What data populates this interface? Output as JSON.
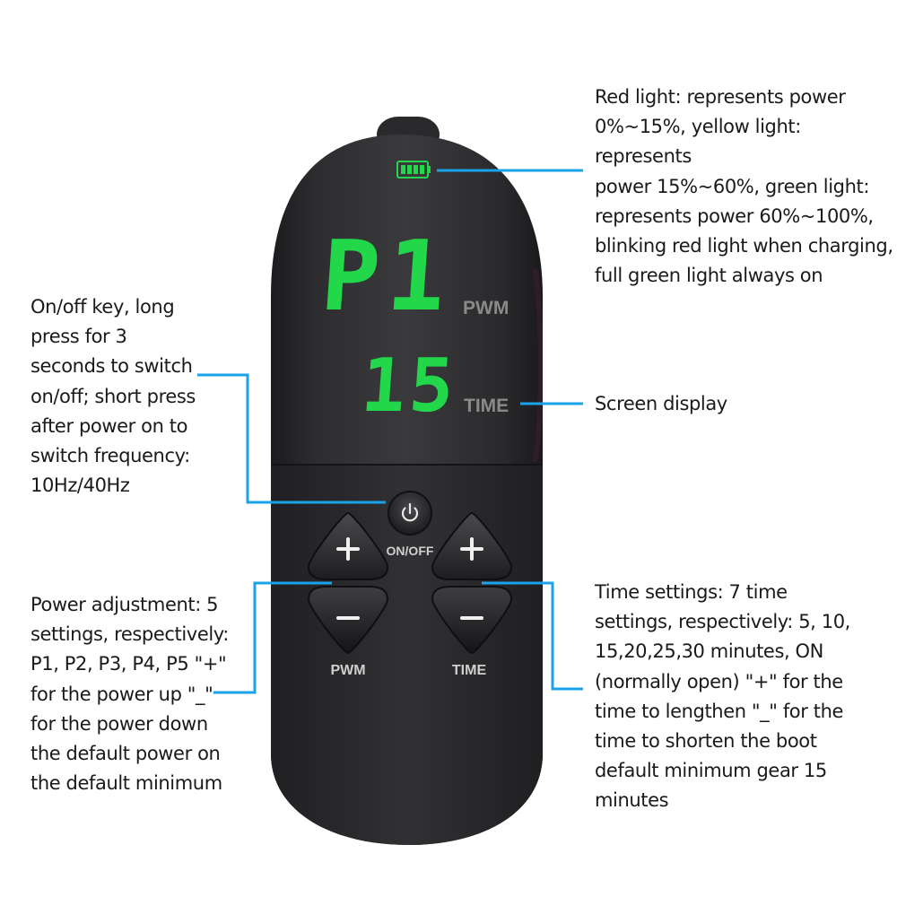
{
  "annotations": {
    "battery": "Red light: represents power\n0%~15%, yellow light: represents\npower 15%~60%, green light:\nrepresents power 60%~100%,\nblinking red light when charging,\nfull green light always on",
    "onoff": "On/off key, long\npress for 3\nseconds to switch\non/off; short press\nafter power on to\nswitch frequency:\n10Hz/40Hz",
    "screen": "Screen display",
    "power": "Power adjustment: 5\nsettings, respectively:\nP1, P2, P3, P4, P5 \"+\"\nfor the power up \"_\"\nfor the power down\nthe default power on\nthe default minimum",
    "time": "Time settings: 7 time\nsettings, respectively: 5, 10,\n15,20,25,30 minutes, ON\n(normally open) \"+\" for the\ntime to lengthen \"_\" for the\ntime to shorten the boot\ndefault minimum gear 15\nminutes"
  },
  "device": {
    "display": {
      "mode_value": "P1",
      "mode_label": "PWM",
      "time_value": "15",
      "time_label": "TIME",
      "battery_icon": "battery-full-icon"
    },
    "buttons": {
      "power_icon": "power-icon",
      "power_label": "ON/OFF",
      "pwm_label": "PWM",
      "time_label": "TIME"
    }
  },
  "colors": {
    "lcd_green": "#22d84a",
    "callout_blue": "#1aa3e8",
    "body": "#2b2b2d",
    "lcd_label": "#8a8a8a"
  }
}
